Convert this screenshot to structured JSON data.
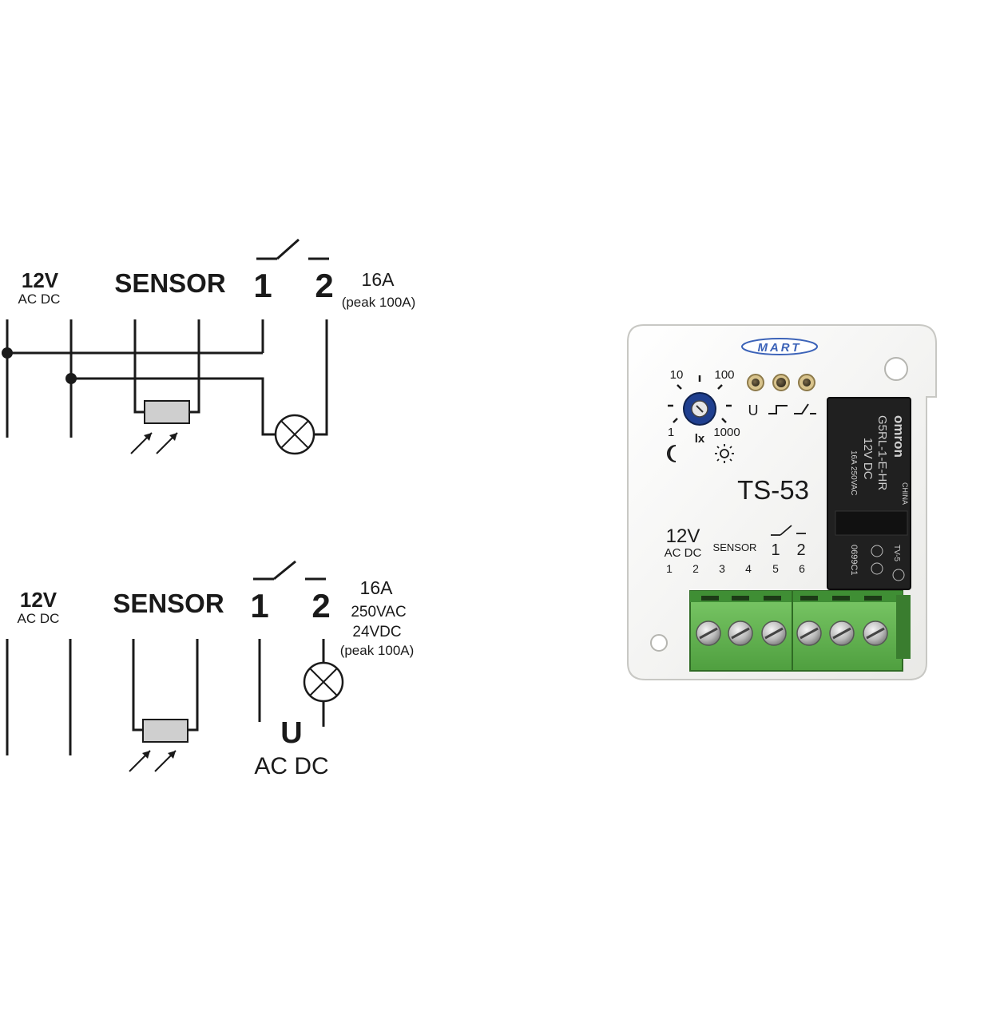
{
  "diagram1": {
    "supply_voltage": "12V",
    "supply_type": "AC DC",
    "sensor_label": "SENSOR",
    "terminal_1": "1",
    "terminal_2": "2",
    "current_rating": "16A",
    "peak_rating": "(peak 100A)"
  },
  "diagram2": {
    "supply_voltage": "12V",
    "supply_type": "AC DC",
    "sensor_label": "SENSOR",
    "terminal_1": "1",
    "terminal_2": "2",
    "current_rating": "16A",
    "ac_rating": "250VAC",
    "dc_rating": "24VDC",
    "peak_rating": "(peak 100A)",
    "load_supply": "U",
    "load_supply_type": "AC DC"
  },
  "device": {
    "brand": "MART",
    "model": "TS-53",
    "dial_scale": [
      "10",
      "100",
      "1",
      "lx",
      "1000"
    ],
    "indicator_row": "U",
    "terminal_header_voltage": "12V",
    "terminal_header_type": "AC DC",
    "terminal_header_sensor": "SENSOR",
    "terminal_header_1": "1",
    "terminal_header_2": "2",
    "terminal_numbers": [
      "1",
      "2",
      "3",
      "4",
      "5",
      "6"
    ],
    "relay": {
      "brand": "omron",
      "model": "G5RL-1-E-HR",
      "coil": "12V DC",
      "rating": "16A 250VAC",
      "origin": "CHINA",
      "code": "0699C1",
      "cert": "TV-5"
    }
  },
  "colors": {
    "line": "#1a1a1a",
    "sensor_fill": "#cfcfcf",
    "terminal_green": "#6bbf59",
    "relay_black": "#202020",
    "brand_blue": "#3c63b8",
    "board_white": "#f7f7f5"
  }
}
